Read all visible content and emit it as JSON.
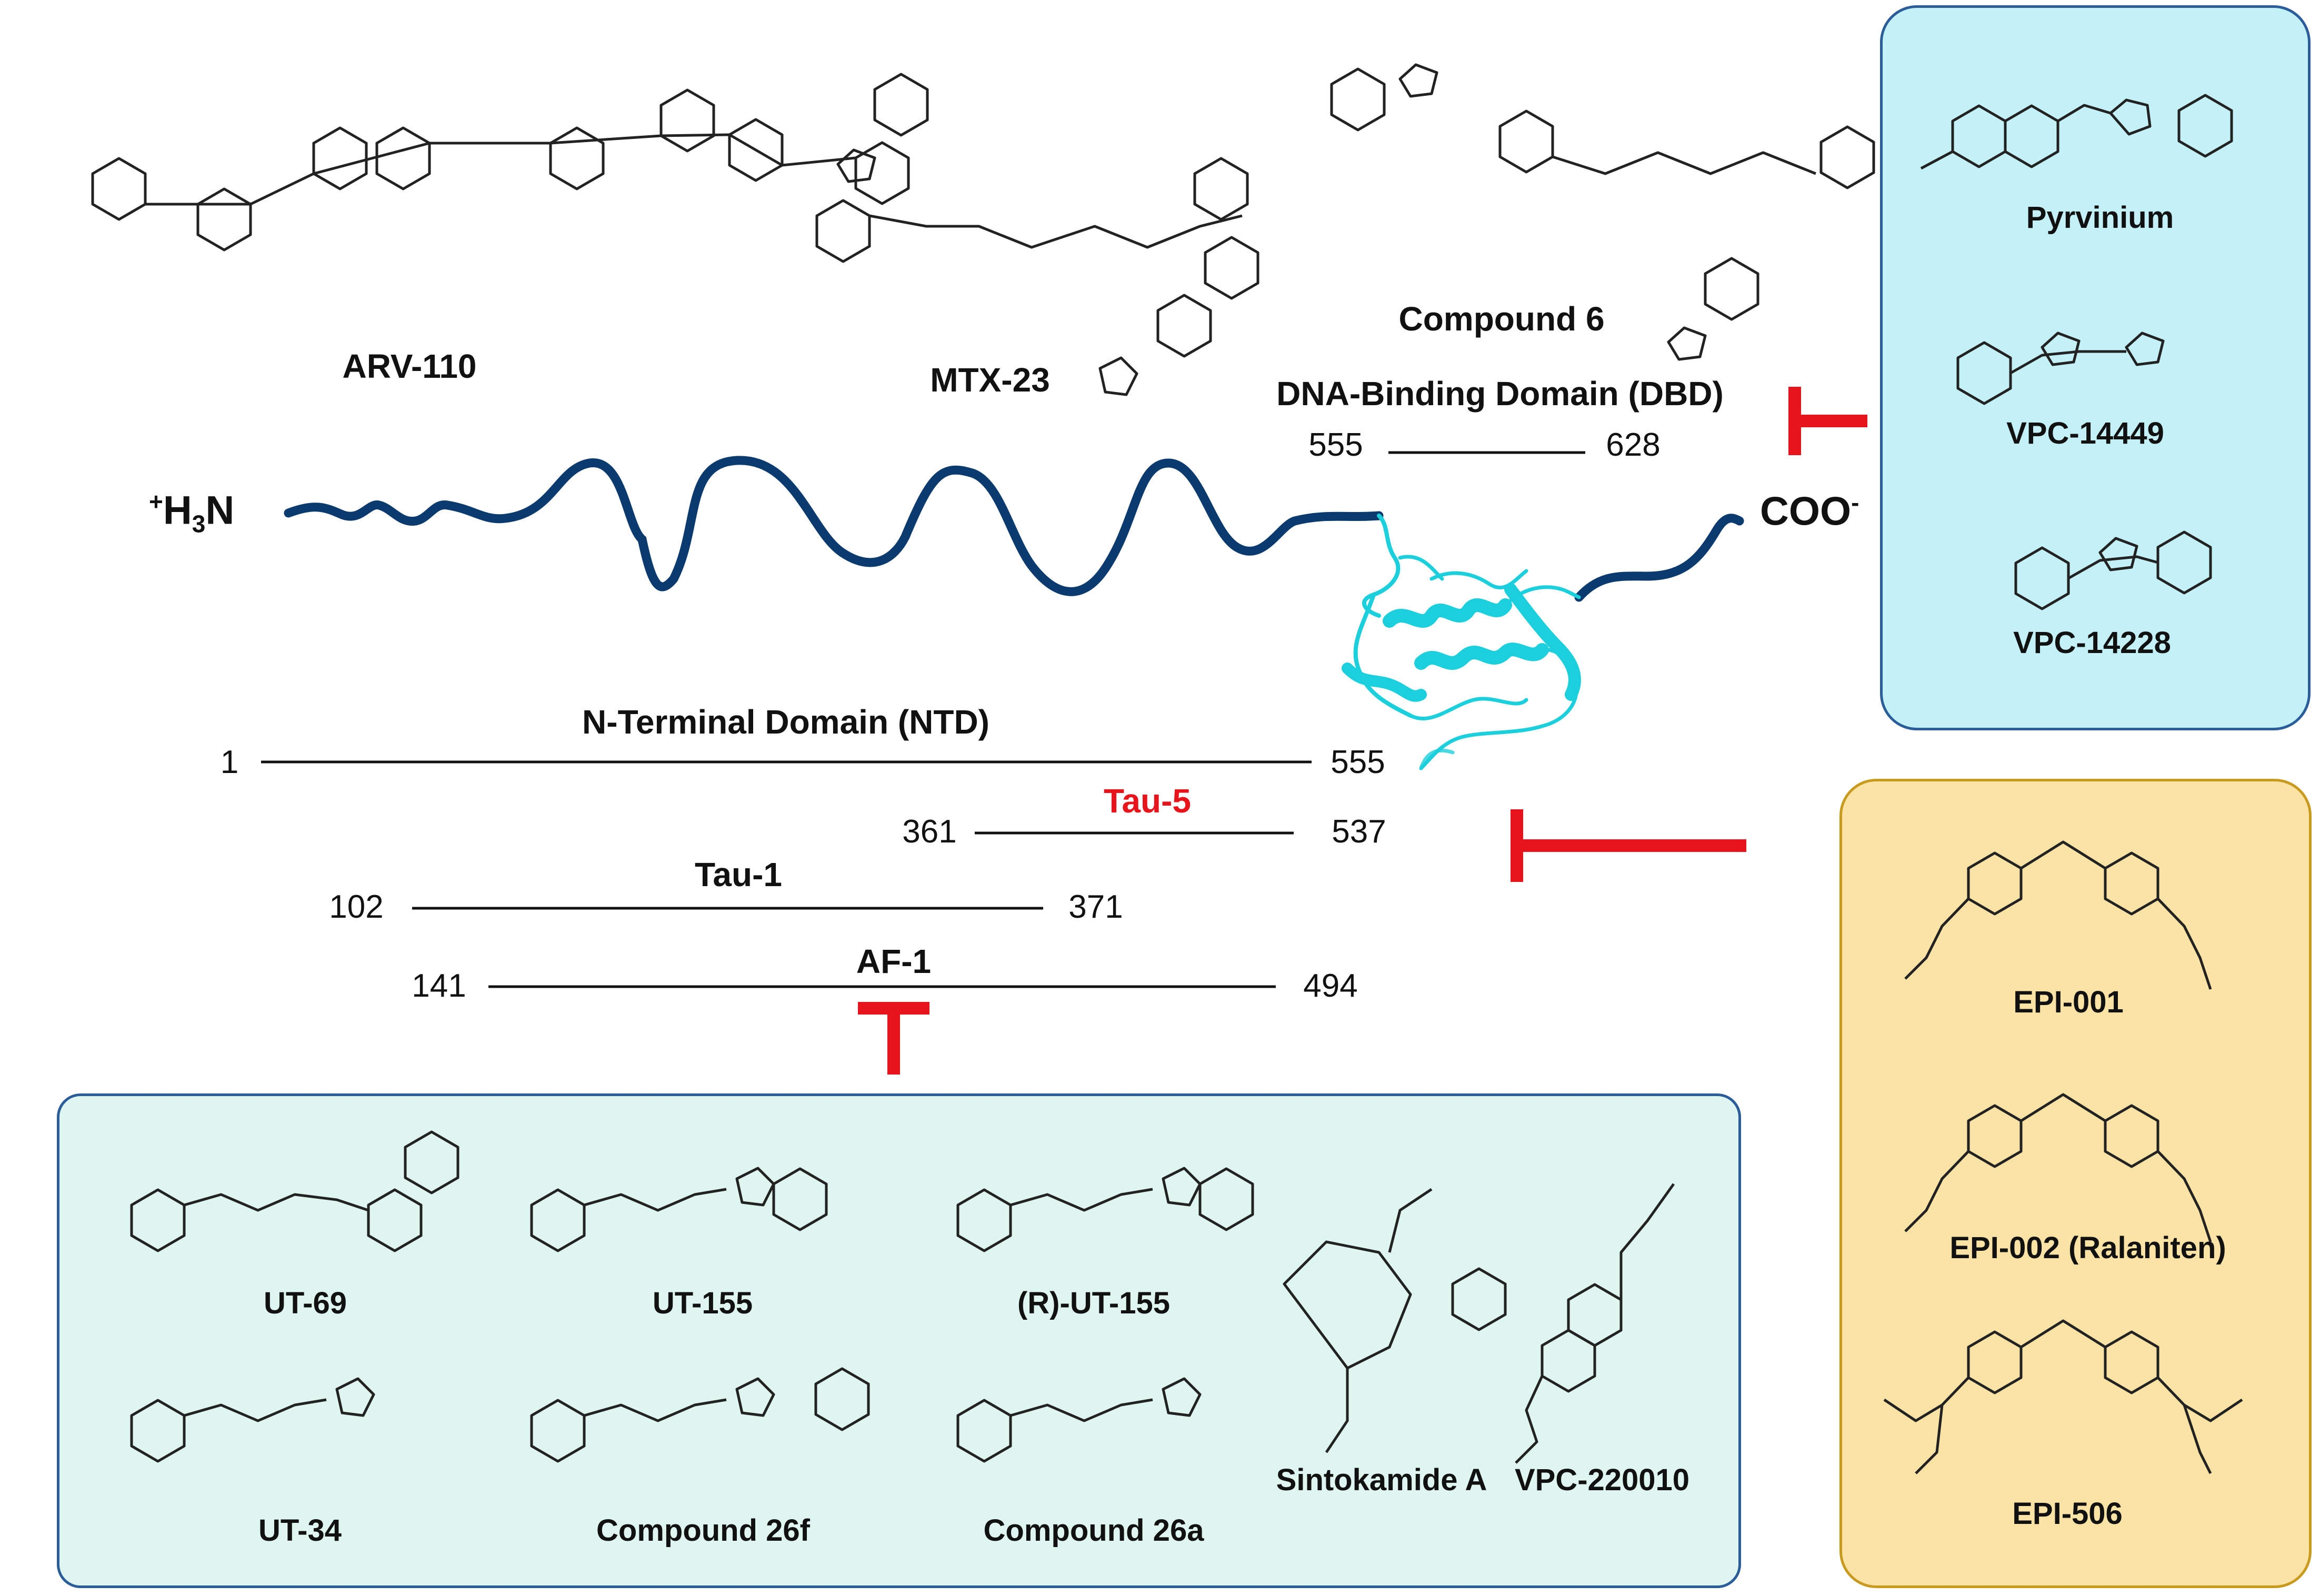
{
  "ends": {
    "n_terminus": {
      "sup": "+",
      "main": "H",
      "sub": "3",
      "tail": "N"
    },
    "c_terminus": {
      "main": "COO",
      "sup": "-"
    }
  },
  "domains": [
    {
      "key": "dbd",
      "name": "DNA-Binding Domain (DBD)",
      "start": "555",
      "end": "628"
    },
    {
      "key": "ntd",
      "name": "N-Terminal Domain (NTD)",
      "start": "1",
      "end": "555"
    },
    {
      "key": "tau5",
      "name": "Tau-5",
      "start": "361",
      "end": "537"
    },
    {
      "key": "tau1",
      "name": "Tau-1",
      "start": "102",
      "end": "371"
    },
    {
      "key": "af1",
      "name": "AF-1",
      "start": "141",
      "end": "494"
    }
  ],
  "top_compounds": [
    "ARV-110",
    "MTX-23",
    "Compound 6"
  ],
  "dbd_panel": [
    "Pyrvinium",
    "VPC-14449",
    "VPC-14228"
  ],
  "epi_panel": [
    "EPI-001",
    "EPI-002 (Ralaniten)",
    "EPI-506"
  ],
  "af1_panel": [
    "UT-69",
    "UT-155",
    "(R)-UT-155",
    "UT-34",
    "Compound 26f",
    "Compound 26a",
    "Sintokamide A",
    "VPC-220010"
  ],
  "colors": {
    "chain": "#0b3a6e",
    "dbd_structure": "#1ccfdc",
    "inhibitor": "#e8141b",
    "panel_cyan_fill": "#c4f1f7",
    "panel_cyan_border": "#2a5d9a",
    "panel_yellow_fill": "#fbe3a6",
    "panel_yellow_border": "#c89a1e",
    "panel_mint_fill": "#dff5ef",
    "panel_mint_border": "#2a5d9a"
  },
  "icons": [
    "chemical-structure-icon",
    "protein-structure-icon",
    "inhibition-icon"
  ]
}
